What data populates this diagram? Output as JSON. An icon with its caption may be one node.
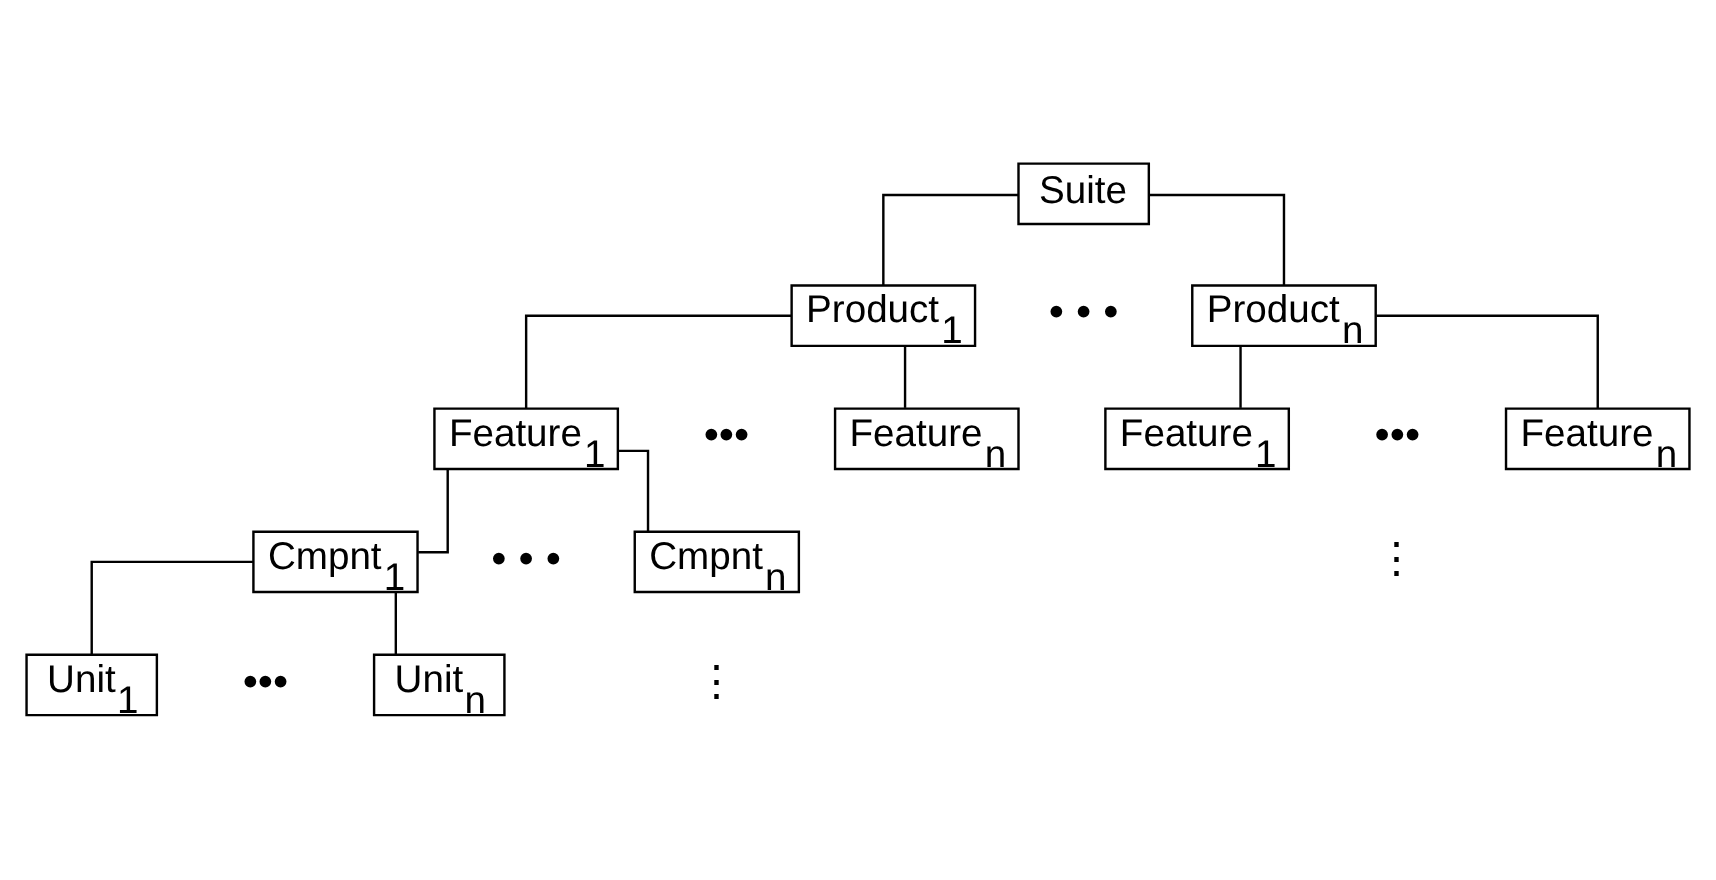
{
  "diagram": {
    "nodes": [
      {
        "text": [
          "Suite"
        ]
      },
      {
        "text": [
          "Product$_{1}$"
        ]
      },
      {
        "text": [
          "Product$_{n}$"
        ]
      },
      {
        "text": [
          "Feature$_{1}$"
        ]
      },
      {
        "text": [
          "Feature$_{n}$"
        ]
      },
      {
        "text": [
          "Feature$_{1}$"
        ]
      },
      {
        "text": [
          "Feature$_{n}$"
        ]
      },
      {
        "text": [
          "Cmpnt$_{1}$"
        ]
      },
      {
        "text": [
          "Cmpnt$_{n}$"
        ]
      },
      {
        "text": [
          "Unit$_{1}$"
        ]
      },
      {
        "text": [
          "Unit$_{n}$"
        ]
      }
    ],
    "edges": [
      {
        "from": 0,
        "to": 1,
        "arrow": "none"
      },
      {
        "from": 0,
        "to": 2,
        "arrow": "none"
      },
      {
        "from": 1,
        "to": 3,
        "arrow": "none"
      },
      {
        "from": 1,
        "to": 4,
        "arrow": "none"
      },
      {
        "from": 2,
        "to": 5,
        "arrow": "none"
      },
      {
        "from": 2,
        "to": 6,
        "arrow": "none"
      },
      {
        "from": 3,
        "to": 7,
        "arrow": "none"
      },
      {
        "from": 3,
        "to": 8,
        "arrow": "none"
      },
      {
        "from": 7,
        "to": 9,
        "arrow": "none"
      },
      {
        "from": 7,
        "to": 10,
        "arrow": "none"
      }
    ],
    "labels": [
      "• • •",
      "•••",
      "•••",
      "⋮",
      "• • •",
      "⋮",
      "•••"
    ]
  }
}
